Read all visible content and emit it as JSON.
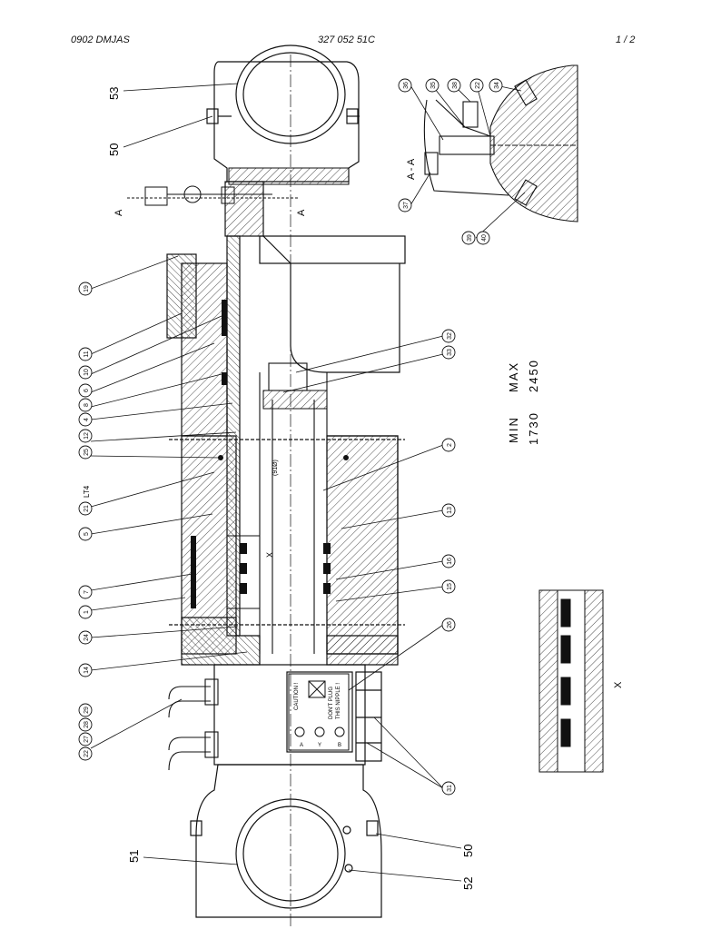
{
  "header": {
    "left": "0902 DMJAS",
    "center": "327 052 51C",
    "right": "1 /  2"
  },
  "balloons": [
    "19",
    "11",
    "10",
    "6",
    "8",
    "4",
    "12",
    "25",
    "21",
    "5",
    "7",
    "1",
    "24",
    "14",
    "22",
    "27",
    "28",
    "29",
    "36",
    "35",
    "38",
    "22",
    "34",
    "37",
    "39",
    "40",
    "32",
    "33",
    "2",
    "13",
    "16",
    "15",
    "26",
    "31"
  ],
  "side_labels": {
    "top_53": "53",
    "top_50": "50",
    "bottom_51": "51",
    "bottom_50": "50",
    "bottom_52": "52"
  },
  "section": {
    "label": "A - A",
    "mark_a": "A"
  },
  "lt4": "LT4",
  "dim_91": "(91Ø)",
  "detail_x": "X",
  "stroke": {
    "min_label": "MIN",
    "min_value": "1730",
    "max_label": "MAX",
    "max_value": "2450"
  },
  "plate": {
    "caution": "CAUTION !",
    "line1": "DON'T PLUG",
    "line2": "THIS NIPPLE !",
    "port_a": "A",
    "port_y": "Y",
    "port_b": "B"
  }
}
